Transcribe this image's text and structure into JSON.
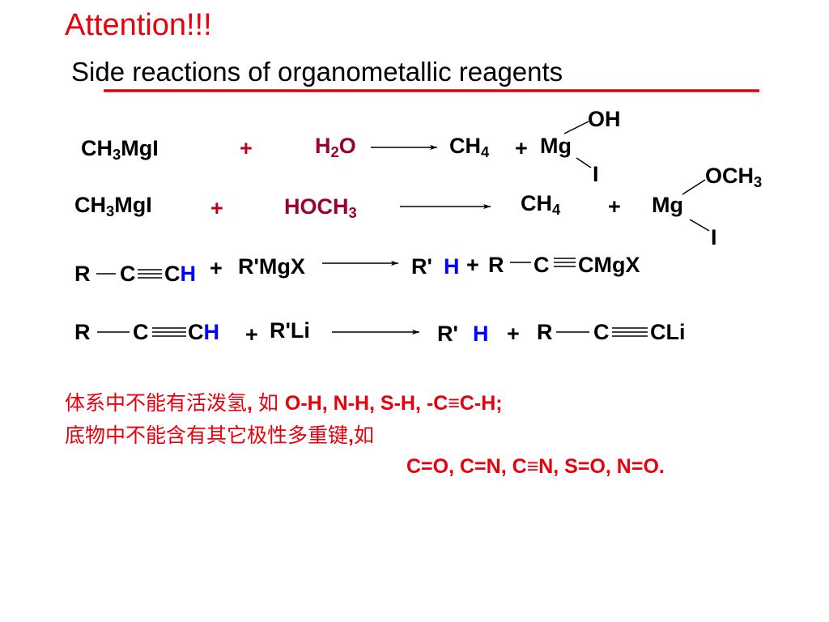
{
  "header": {
    "title": "Attention!!!",
    "subtitle": "Side reactions of organometallic reagents",
    "accent_color": "#e8000d"
  },
  "reaction1": {
    "reactant_a": "CH",
    "reactant_a_sub": "3",
    "reactant_a_tail": "MgI",
    "plus": "+",
    "reactant_b": "H",
    "reactant_b_sub": "2",
    "reactant_b_tail": "O",
    "product_a": "CH",
    "product_a_sub": "4",
    "plus2": "+",
    "metal": "Mg",
    "upper_group": "OH",
    "lower_group": "I"
  },
  "reaction2": {
    "reactant_a": "CH",
    "reactant_a_sub": "3",
    "reactant_a_tail": "MgI",
    "plus": "+",
    "reactant_b": "HOCH",
    "reactant_b_sub": "3",
    "product_a": "CH",
    "product_a_sub": "4",
    "plus2": "+",
    "metal": "Mg",
    "upper_group": "OCH",
    "upper_group_sub": "3",
    "lower_group": "I"
  },
  "reaction3": {
    "r": "R",
    "c1": "C",
    "c2": "C",
    "h": "H",
    "plus": "+",
    "reagent": "R'MgX",
    "p_r": "R'",
    "p_h": "H",
    "plus2": "+",
    "p_r2": "R",
    "p_c": "C",
    "p_tail": "CMgX"
  },
  "reaction4": {
    "r": "R",
    "c1": "C",
    "c2": "C",
    "h": "H",
    "plus": "+",
    "reagent": "R'Li",
    "p_r": "R'",
    "p_h": "H",
    "plus2": "+",
    "p_r2": "R",
    "p_c": "C",
    "p_tail": "CLi"
  },
  "notes": {
    "line1_cjk": "体系中不能有活泼氢",
    "line1_sep": ", ",
    "line1_cjk2": "如 ",
    "line1_groups": "O-H, N-H, S-H, -C≡C-H;",
    "line2_cjk": "底物中不能含有其它极性多重键",
    "line2_sep": ",",
    "line2_cjk2": "如",
    "line3": "C=O, C=N, C≡N, S=O, N=O."
  }
}
